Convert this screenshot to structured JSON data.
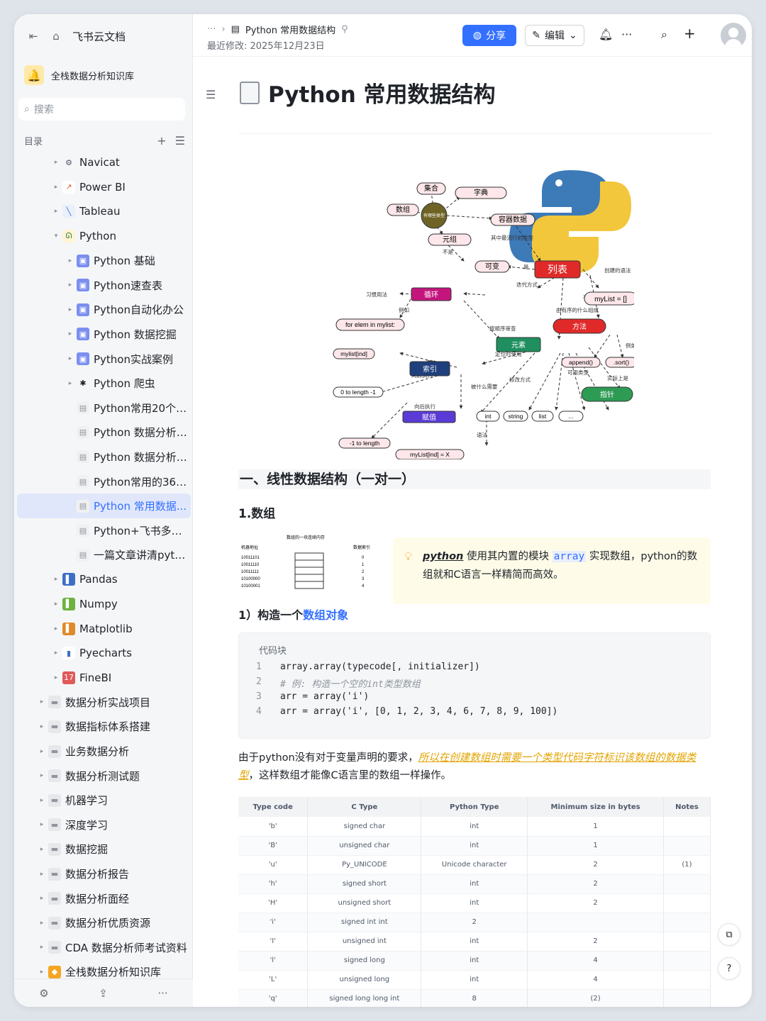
{
  "sidebar": {
    "app_title": "飞书云文档",
    "knowledge_base": "全栈数据分析知识库",
    "search_placeholder": "搜索",
    "toc_label": "目录",
    "items": [
      {
        "label": "Navicat",
        "level": 1,
        "arrow": "▸",
        "icon": "gear-icon"
      },
      {
        "label": "Power BI",
        "level": 1,
        "arrow": "▸",
        "icon": "chart-line-icon"
      },
      {
        "label": "Tableau",
        "level": 1,
        "arrow": "▸",
        "icon": "tableau-icon"
      },
      {
        "label": "Python",
        "level": 1,
        "arrow": "▾",
        "icon": "python-icon"
      },
      {
        "label": "Python 基础",
        "level": 2,
        "arrow": "▸",
        "icon": "doc-blue-icon"
      },
      {
        "label": "Python速查表",
        "level": 2,
        "arrow": "▸",
        "icon": "doc-blue-icon"
      },
      {
        "label": "Python自动化办公",
        "level": 2,
        "arrow": "▸",
        "icon": "doc-blue-icon"
      },
      {
        "label": "Python 数据挖掘",
        "level": 2,
        "arrow": "▸",
        "icon": "doc-blue-icon"
      },
      {
        "label": "Python实战案例",
        "level": 2,
        "arrow": "▸",
        "icon": "doc-blue-icon"
      },
      {
        "label": "Python 爬虫",
        "level": 2,
        "arrow": "▸",
        "icon": "spider-icon"
      },
      {
        "label": "Python常用20个Ex...",
        "level": 2,
        "arrow": "",
        "icon": "doc-icon"
      },
      {
        "label": "Python 数据分析与...",
        "level": 2,
        "arrow": "",
        "icon": "doc-icon"
      },
      {
        "label": "Python 数据分析与...",
        "level": 2,
        "arrow": "",
        "icon": "doc-icon"
      },
      {
        "label": "Python常用的36种...",
        "level": 2,
        "arrow": "",
        "icon": "doc-icon"
      },
      {
        "label": "Python 常用数据...",
        "level": 2,
        "arrow": "",
        "icon": "doc-icon",
        "active": true
      },
      {
        "label": "Python+飞书多维...",
        "level": 2,
        "arrow": "",
        "icon": "doc-icon"
      },
      {
        "label": "一篇文章讲清pyth...",
        "level": 2,
        "arrow": "",
        "icon": "doc-icon"
      },
      {
        "label": "Pandas",
        "level": 1,
        "arrow": "▸",
        "icon": "book-blue-icon"
      },
      {
        "label": "Numpy",
        "level": 1,
        "arrow": "▸",
        "icon": "book-green-icon"
      },
      {
        "label": "Matplotlib",
        "level": 1,
        "arrow": "▸",
        "icon": "book-orange-icon"
      },
      {
        "label": "Pyecharts",
        "level": 1,
        "arrow": "▸",
        "icon": "bar-chart-icon"
      },
      {
        "label": "FineBI",
        "level": 1,
        "arrow": "▸",
        "icon": "calendar-icon"
      },
      {
        "label": "数据分析实战项目",
        "level": 0,
        "arrow": "▸",
        "icon": "folder-icon"
      },
      {
        "label": "数据指标体系搭建",
        "level": 0,
        "arrow": "▸",
        "icon": "folder-icon"
      },
      {
        "label": "业务数据分析",
        "level": 0,
        "arrow": "▸",
        "icon": "folder-icon"
      },
      {
        "label": "数据分析测试题",
        "level": 0,
        "arrow": "▸",
        "icon": "folder-icon"
      },
      {
        "label": "机器学习",
        "level": 0,
        "arrow": "▸",
        "icon": "folder-icon"
      },
      {
        "label": "深度学习",
        "level": 0,
        "arrow": "▸",
        "icon": "folder-icon"
      },
      {
        "label": "数据挖掘",
        "level": 0,
        "arrow": "▸",
        "icon": "folder-icon"
      },
      {
        "label": "数据分析报告",
        "level": 0,
        "arrow": "▸",
        "icon": "folder-icon"
      },
      {
        "label": "数据分析面经",
        "level": 0,
        "arrow": "▸",
        "icon": "folder-icon"
      },
      {
        "label": "数据分析优质资源",
        "level": 0,
        "arrow": "▸",
        "icon": "folder-icon"
      },
      {
        "label": "CDA 数据分析师考试资料",
        "level": 0,
        "arrow": "▸",
        "icon": "folder-icon"
      },
      {
        "label": "全栈数据分析知识库",
        "level": 0,
        "arrow": "▸",
        "icon": "kb-icon"
      }
    ]
  },
  "topbar": {
    "breadcrumb_more": "···",
    "doc_name": "Python 常用数据结构",
    "modified": "最近修改: 2025年12月23日",
    "share_label": "分享",
    "edit_label": "编辑"
  },
  "doc": {
    "title": "Python 常用数据结构",
    "mindmap": {
      "nodes": {
        "set": "集合",
        "dict": "字典",
        "array": "数组",
        "types": "有哪些类型",
        "container": "容器数据",
        "tuple": "元组",
        "mutable": "可变",
        "list": "列表",
        "loop": "循环",
        "method": "方法",
        "element": "元素",
        "index": "索引",
        "pointer": "指针",
        "assign": "赋值",
        "mylist_eq": "myList = []",
        "for_elem": "for elem in mylist:",
        "mylist_ind": "mylist[ind]",
        "zero_len": "0 to length -1",
        "neg_len": "-1 to length",
        "assign_syntax": "myList[ind] = X",
        "append": "append()",
        "sort": ".sort()",
        "int": "int",
        "string": "string",
        "list_small": "list",
        "more": "..."
      },
      "edges": {
        "most_popular": "其中最流行的类型",
        "not_is": "不是",
        "is": "是",
        "create_syntax": "创建的语法",
        "habit": "习惯用法",
        "often": "经常",
        "example": "例如",
        "iter": "迭代方式",
        "has": "有",
        "ordered": "由有序的什么组成",
        "order_access": "按顺序审查",
        "locate": "定位时使用",
        "syntax": "语法",
        "forward": "向前执行",
        "backward": "向后执行",
        "assigned_what": "被什么需要",
        "modify": "修改方式",
        "can_be": "可用类型",
        "actually": "实际上是",
        "syntax2": "语法",
        "example2": "例如"
      }
    },
    "section1": "一、线性数据结构（一对一）",
    "h_array": "1.数组",
    "array_fig": {
      "top_label": "数组的一块连续内存",
      "left_label": "机器地址",
      "right_label": "数据索引",
      "addresses": [
        "10011101",
        "10011110",
        "10011111",
        "10100000",
        "10100001"
      ],
      "indices": [
        "0",
        "1",
        "2",
        "3",
        "4"
      ]
    },
    "callout": {
      "p1": "python",
      "p2": " 使用其内置的模块 ",
      "p3": "array",
      "p4": " 实现数组，python的数组就和C语言一样精简而高效。"
    },
    "h3_prefix": "1）构造一个",
    "h3_link": "数组对象",
    "code": {
      "label": "代码块",
      "lines": [
        "array.array(typecode[, initializer])",
        "# 例: 构造一个空的int类型数组",
        "arr = array('i')",
        "arr = array('i', [0, 1, 2, 3, 4, 6, 7, 8, 9, 100])"
      ]
    },
    "para": {
      "p1": "由于python没有对于变量声明的要求，",
      "p2": "所以在创建数组时需要一个类型代码字符标识该数组的数据类型",
      "p3": "，这样数组才能像C语言里的数组一样操作。"
    },
    "table": {
      "headers": [
        "Type code",
        "C Type",
        "Python Type",
        "Minimum size in bytes",
        "Notes"
      ],
      "rows": [
        [
          "'b'",
          "signed char",
          "int",
          "1",
          ""
        ],
        [
          "'B'",
          "unsigned char",
          "int",
          "1",
          ""
        ],
        [
          "'u'",
          "Py_UNICODE",
          "Unicode character",
          "2",
          "(1)"
        ],
        [
          "'h'",
          "signed short",
          "int",
          "2",
          ""
        ],
        [
          "'H'",
          "unsigned short",
          "int",
          "2",
          ""
        ],
        [
          "'i'",
          "signed int int",
          "2",
          "",
          ""
        ],
        [
          "'I'",
          "unsigned int",
          "int",
          "2",
          ""
        ],
        [
          "'l'",
          "signed long",
          "int",
          "4",
          ""
        ],
        [
          "'L'",
          "unsigned long",
          "int",
          "4",
          ""
        ],
        [
          "'q'",
          "signed long long int",
          "8",
          "(2)",
          ""
        ]
      ]
    }
  },
  "colors": {
    "accent": "#3370ff",
    "active_bg": "#e1e7fb",
    "callout_bg": "#fefbe8",
    "highlight": "#e2a400"
  }
}
